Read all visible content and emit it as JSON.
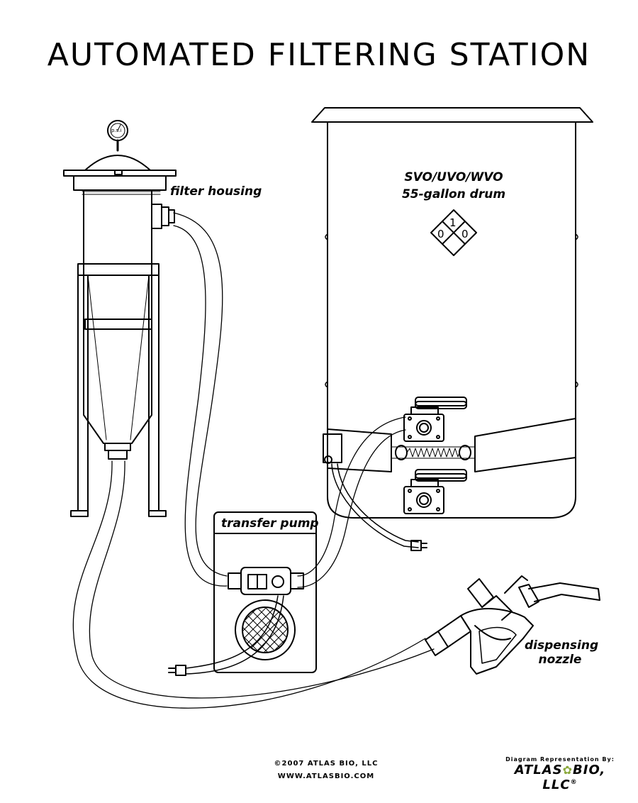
{
  "title": "AUTOMATED FILTERING STATION",
  "labels": {
    "filter_housing": "filter housing",
    "drum_line1": "SVO/UVO/WVO",
    "drum_line2": "55-gallon drum",
    "transfer_pump": "transfer pump",
    "dispensing_nozzle_1": "dispensing",
    "dispensing_nozzle_2": "nozzle",
    "gauge": "p.s.i"
  },
  "hazard_diamond": {
    "top": "1",
    "left": "0",
    "right": "0"
  },
  "footer": {
    "copyright": "©2007 ATLAS BIO, LLC",
    "website": "WWW.ATLASBIO.COM",
    "credit_label": "Diagram Representation By:",
    "brand_left": "ATLAS",
    "brand_right": "BIO, LLC",
    "registered": "®"
  },
  "colors": {
    "line": "#000000",
    "background": "#ffffff",
    "brand_flower": "#8aa83a"
  }
}
